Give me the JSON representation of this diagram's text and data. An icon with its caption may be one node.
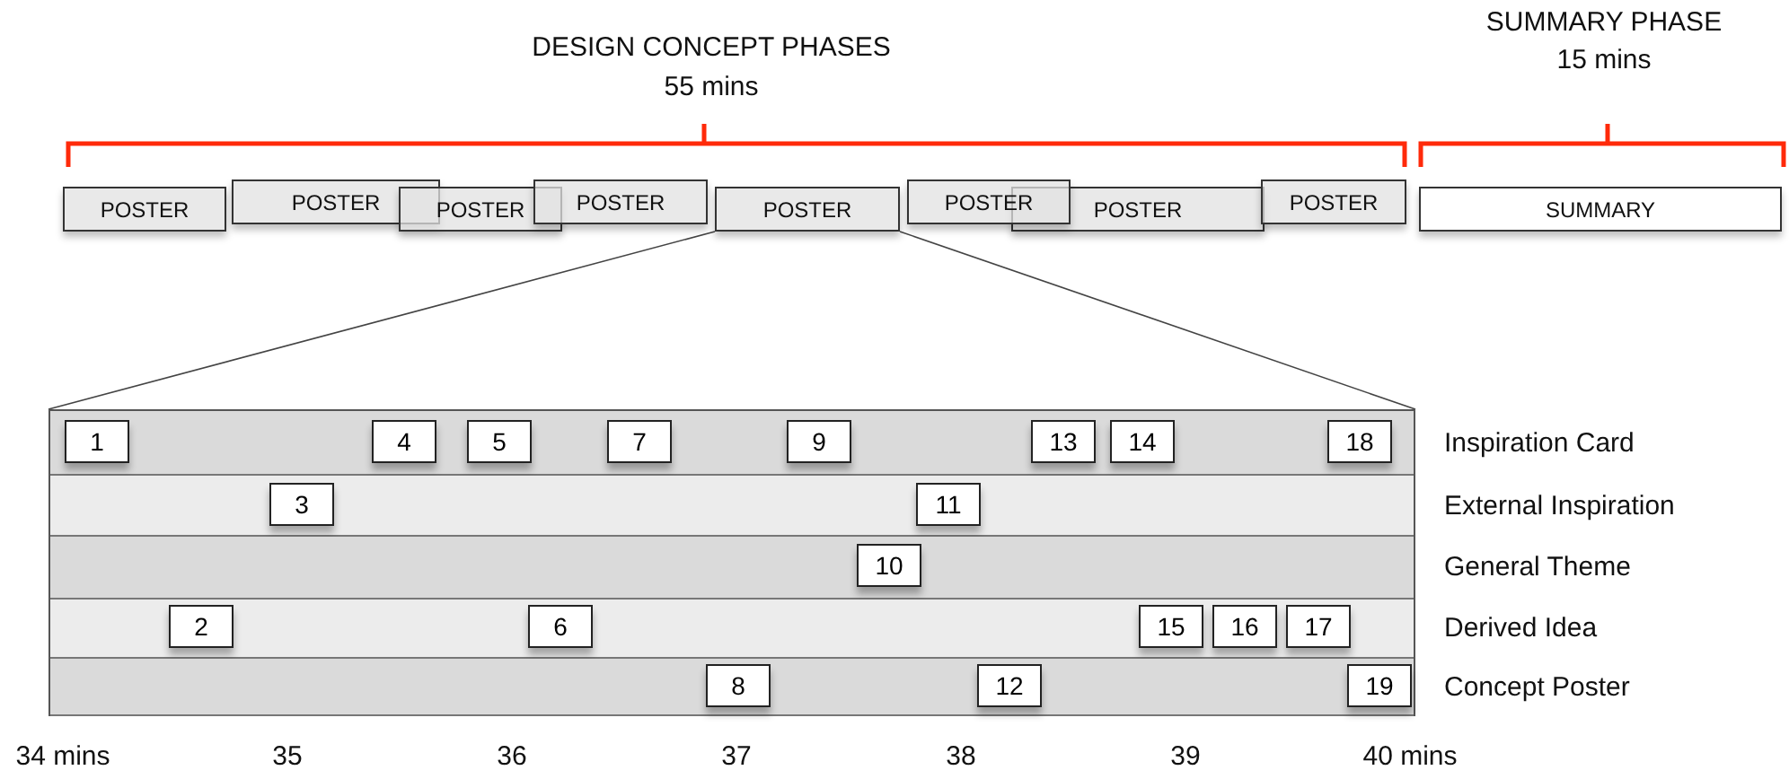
{
  "diagram": {
    "nodes": [
      {
        "text": [
          "POSTER"
        ]
      },
      {
        "text": [
          "POSTER"
        ]
      },
      {
        "text": [
          "POSTER"
        ]
      },
      {
        "text": [
          "POSTER"
        ]
      },
      {
        "text": [
          "POSTER"
        ]
      },
      {
        "text": [
          "POSTER"
        ]
      },
      {
        "text": [
          "POSTER"
        ]
      },
      {
        "text": [
          "POSTER"
        ]
      },
      {
        "text": [
          "SUMMARY"
        ]
      },
      {
        "text": [],
        "shape": "box"
      },
      {
        "text": [
          "Inspiration Card"
        ],
        "in": 9
      },
      {
        "text": [
          "External Inspiration"
        ],
        "in": 9
      },
      {
        "text": [
          "General Theme"
        ],
        "in": 9
      },
      {
        "text": [
          "Derived Idea"
        ],
        "in": 9
      },
      {
        "text": [
          "Concept Poster"
        ],
        "in": 9
      },
      {
        "text": [
          "1"
        ],
        "in": 10
      },
      {
        "text": [
          "4"
        ],
        "in": 10
      },
      {
        "text": [
          "5"
        ],
        "in": 10
      },
      {
        "text": [
          "7"
        ],
        "in": 10
      },
      {
        "text": [
          "9"
        ],
        "in": 10
      },
      {
        "text": [
          "13"
        ],
        "in": 10
      },
      {
        "text": [
          "14"
        ],
        "in": 10
      },
      {
        "text": [
          "18"
        ],
        "in": 10
      },
      {
        "text": [
          "3"
        ],
        "in": 11
      },
      {
        "text": [
          "11"
        ],
        "in": 11
      },
      {
        "text": [
          "10"
        ],
        "in": 12
      },
      {
        "text": [
          "2"
        ],
        "in": 13
      },
      {
        "text": [
          "6"
        ],
        "in": 13
      },
      {
        "text": [
          "15"
        ],
        "in": 13
      },
      {
        "text": [
          "16"
        ],
        "in": 13
      },
      {
        "text": [
          "17"
        ],
        "in": 13
      },
      {
        "text": [
          "8"
        ],
        "in": 14
      },
      {
        "text": [
          "12"
        ],
        "in": 14
      },
      {
        "text": [
          "19"
        ],
        "in": 14
      }
    ],
    "edges": [
      {
        "from": 4,
        "to": 9,
        "arrow": "none"
      },
      {
        "from": 4,
        "to": 9,
        "arrow": "none"
      }
    ],
    "labels": [
      "DESIGN CONCEPT PHASES",
      "55 mins",
      "SUMMARY PHASE",
      "15 mins",
      "34 mins",
      "35",
      "36",
      "37",
      "38",
      "39",
      "40 mins"
    ]
  }
}
